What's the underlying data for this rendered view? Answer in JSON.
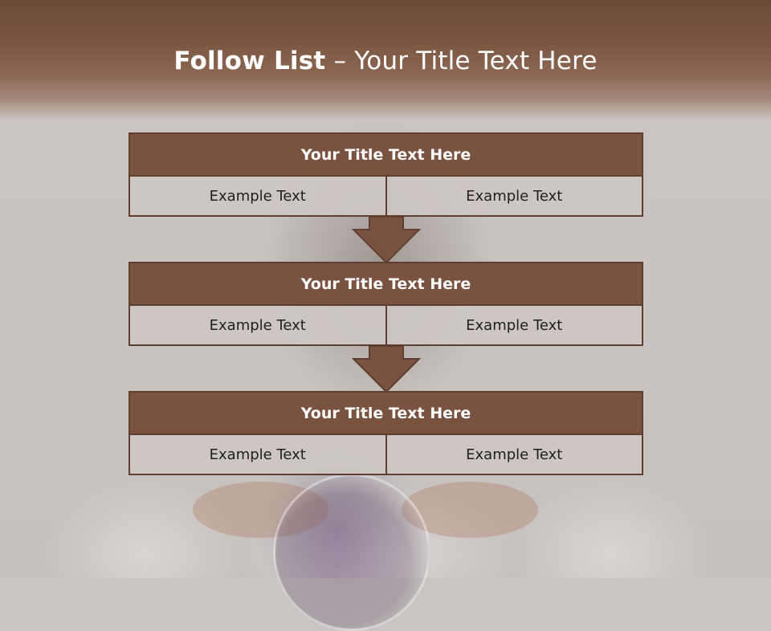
{
  "slide": {
    "title_bold": "Follow List",
    "title_rest": " – Your Title Text Here"
  },
  "blocks": [
    {
      "title": "Your Title Text Here",
      "left": "Example Text",
      "right": "Example Text"
    },
    {
      "title": "Your Title Text Here",
      "left": "Example Text",
      "right": "Example Text"
    },
    {
      "title": "Your Title Text Here",
      "left": "Example Text",
      "right": "Example Text"
    }
  ],
  "colors": {
    "accent": "#7a5340",
    "border": "#5e3f30",
    "cell_background": "#cdc7c4"
  }
}
